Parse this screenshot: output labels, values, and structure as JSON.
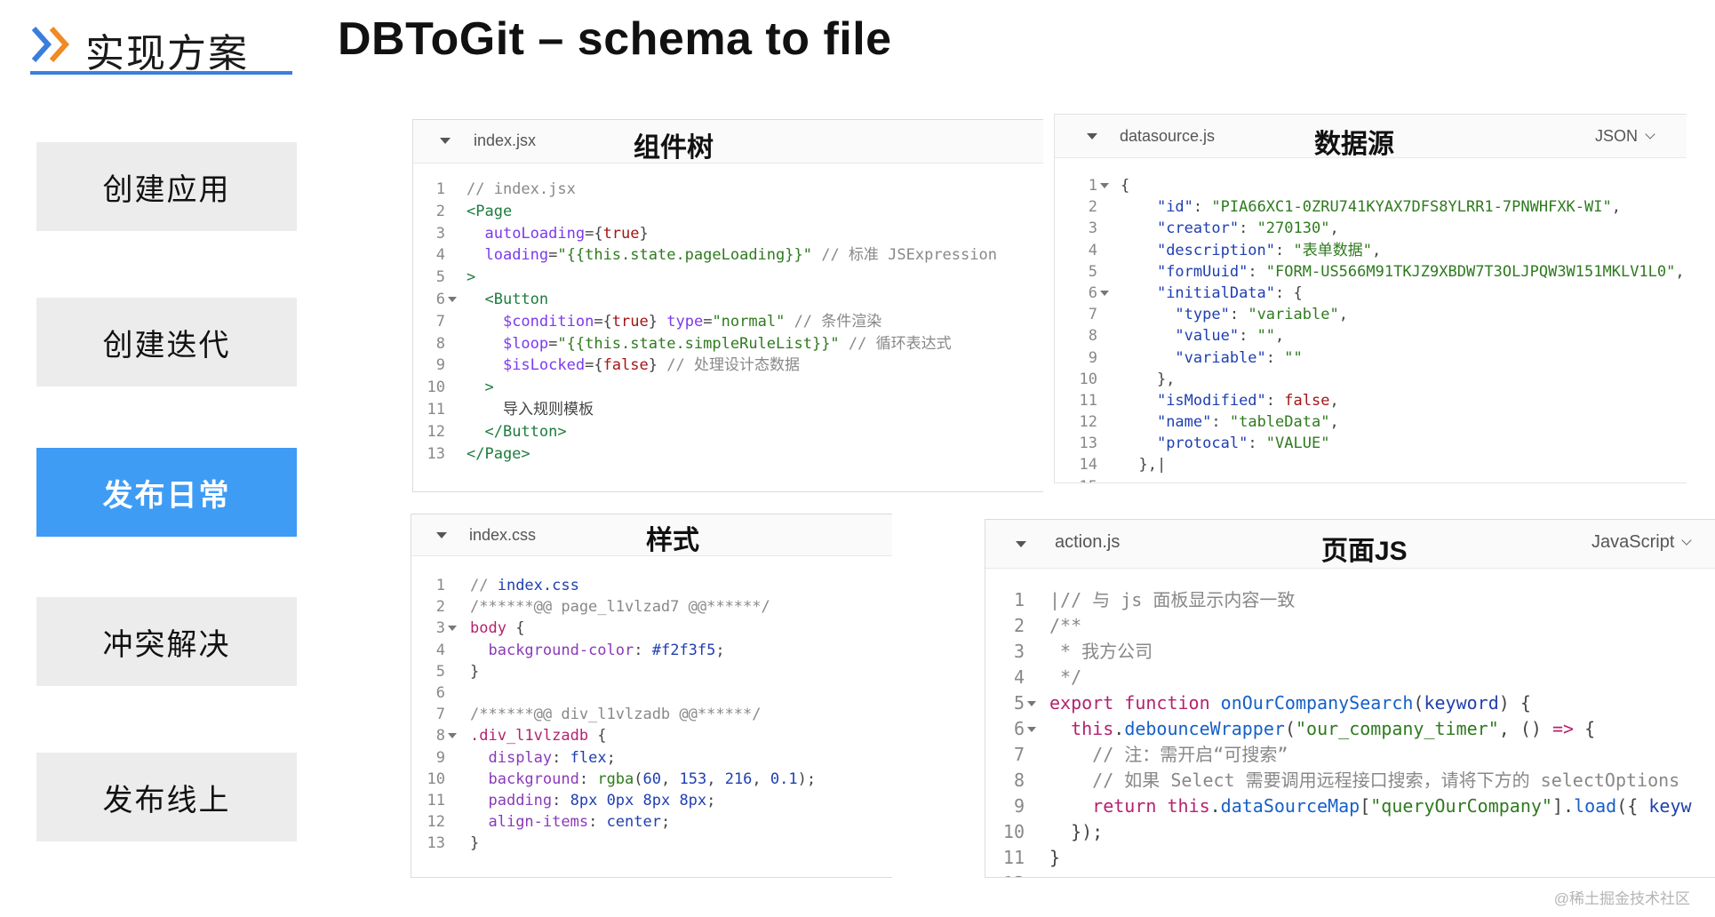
{
  "section_title": "实现方案",
  "page_title": "DBToGit – schema to file",
  "nav": [
    {
      "label": "创建应用",
      "active": false
    },
    {
      "label": "创建迭代",
      "active": false
    },
    {
      "label": "发布日常",
      "active": true
    },
    {
      "label": "冲突解决",
      "active": false
    },
    {
      "label": "发布线上",
      "active": false
    }
  ],
  "colors": {
    "accent": "#3f9cf5",
    "underline": "#3b7ddd",
    "chev_blue": "#3b7ddd",
    "chev_orange": "#f08a24"
  },
  "panels": {
    "jsx": {
      "filename": "index.jsx",
      "title": "组件树",
      "lines": [
        [
          [
            "c-com",
            "// index.jsx"
          ]
        ],
        [
          [
            "c-tag",
            "<Page"
          ]
        ],
        [
          [
            "c-pun",
            "  "
          ],
          [
            "c-attr",
            "autoLoading"
          ],
          [
            "c-pun",
            "={"
          ],
          [
            "c-bool",
            "true"
          ],
          [
            "c-pun",
            "}"
          ]
        ],
        [
          [
            "c-pun",
            "  "
          ],
          [
            "c-attr",
            "loading"
          ],
          [
            "c-pun",
            "="
          ],
          [
            "c-str",
            "\"{{this.state.pageLoading}}\""
          ],
          [
            "c-com",
            " // 标准 JSExpression"
          ]
        ],
        [
          [
            "c-tag",
            ">"
          ]
        ],
        [
          [
            "c-pun",
            "  "
          ],
          [
            "c-tag",
            "<Button"
          ]
        ],
        [
          [
            "c-pun",
            "    "
          ],
          [
            "c-attr",
            "$condition"
          ],
          [
            "c-pun",
            "={"
          ],
          [
            "c-bool",
            "true"
          ],
          [
            "c-pun",
            "} "
          ],
          [
            "c-attr",
            "type"
          ],
          [
            "c-pun",
            "="
          ],
          [
            "c-str",
            "\"normal\""
          ],
          [
            "c-com",
            " // 条件渲染"
          ]
        ],
        [
          [
            "c-pun",
            "    "
          ],
          [
            "c-attr",
            "$loop"
          ],
          [
            "c-pun",
            "="
          ],
          [
            "c-str",
            "\"{{this.state.simpleRuleList}}\""
          ],
          [
            "c-com",
            " // 循环表达式"
          ]
        ],
        [
          [
            "c-pun",
            "    "
          ],
          [
            "c-attr",
            "$isLocked"
          ],
          [
            "c-pun",
            "={"
          ],
          [
            "c-bool",
            "false"
          ],
          [
            "c-pun",
            "}"
          ],
          [
            "c-com",
            " // 处理设计态数据"
          ]
        ],
        [
          [
            "c-pun",
            "  "
          ],
          [
            "c-tag",
            ">"
          ]
        ],
        [
          [
            "c-pun",
            "    导入规则模板"
          ]
        ],
        [
          [
            "c-pun",
            "  "
          ],
          [
            "c-tag",
            "</Button>"
          ]
        ],
        [
          [
            "c-tag",
            "</Page>"
          ]
        ]
      ],
      "folds": [
        6
      ]
    },
    "ds": {
      "filename": "datasource.js",
      "title": "数据源",
      "lang": "JSON",
      "lines": [
        [
          [
            "c-pun",
            "{"
          ]
        ],
        [
          [
            "c-pun",
            "    "
          ],
          [
            "c-key",
            "\"id\""
          ],
          [
            "c-pun",
            ": "
          ],
          [
            "c-str",
            "\"PIA66XC1-0ZRU741KYAX7DFS8YLRR1-7PNWHFXK-WI\""
          ],
          [
            "c-pun",
            ","
          ]
        ],
        [
          [
            "c-pun",
            "    "
          ],
          [
            "c-key",
            "\"creator\""
          ],
          [
            "c-pun",
            ": "
          ],
          [
            "c-str",
            "\"270130\""
          ],
          [
            "c-pun",
            ","
          ]
        ],
        [
          [
            "c-pun",
            "    "
          ],
          [
            "c-key",
            "\"description\""
          ],
          [
            "c-pun",
            ": "
          ],
          [
            "c-str",
            "\"表单数据\""
          ],
          [
            "c-pun",
            ","
          ]
        ],
        [
          [
            "c-pun",
            "    "
          ],
          [
            "c-key",
            "\"formUuid\""
          ],
          [
            "c-pun",
            ": "
          ],
          [
            "c-str",
            "\"FORM-US566M91TKJZ9XBDW7T3OLJPQW3W151MKLV1L0\""
          ],
          [
            "c-pun",
            ","
          ]
        ],
        [
          [
            "c-pun",
            "    "
          ],
          [
            "c-key",
            "\"initialData\""
          ],
          [
            "c-pun",
            ": {"
          ]
        ],
        [
          [
            "c-pun",
            "      "
          ],
          [
            "c-key",
            "\"type\""
          ],
          [
            "c-pun",
            ": "
          ],
          [
            "c-str",
            "\"variable\""
          ],
          [
            "c-pun",
            ","
          ]
        ],
        [
          [
            "c-pun",
            "      "
          ],
          [
            "c-key",
            "\"value\""
          ],
          [
            "c-pun",
            ": "
          ],
          [
            "c-str",
            "\"\""
          ],
          [
            "c-pun",
            ","
          ]
        ],
        [
          [
            "c-pun",
            "      "
          ],
          [
            "c-key",
            "\"variable\""
          ],
          [
            "c-pun",
            ": "
          ],
          [
            "c-str",
            "\"\""
          ]
        ],
        [
          [
            "c-pun",
            "    },"
          ]
        ],
        [
          [
            "c-pun",
            "    "
          ],
          [
            "c-key",
            "\"isModified\""
          ],
          [
            "c-pun",
            ": "
          ],
          [
            "c-bool",
            "false"
          ],
          [
            "c-pun",
            ","
          ]
        ],
        [
          [
            "c-pun",
            "    "
          ],
          [
            "c-key",
            "\"name\""
          ],
          [
            "c-pun",
            ": "
          ],
          [
            "c-str",
            "\"tableData\""
          ],
          [
            "c-pun",
            ","
          ]
        ],
        [
          [
            "c-pun",
            "    "
          ],
          [
            "c-key",
            "\"protocal\""
          ],
          [
            "c-pun",
            ": "
          ],
          [
            "c-str",
            "\"VALUE\""
          ]
        ],
        [
          [
            "c-pun",
            "  },|"
          ]
        ],
        [
          [
            "c-pun",
            ""
          ]
        ]
      ],
      "folds": [
        1,
        6
      ]
    },
    "css": {
      "filename": "index.css",
      "title": "样式",
      "lines": [
        [
          [
            "c-com",
            "// "
          ],
          [
            "c-key",
            "index.css"
          ]
        ],
        [
          [
            "c-com",
            "/******@@ page_l1vlzad7 @@******/"
          ]
        ],
        [
          [
            "c-kw",
            "body"
          ],
          [
            "c-pun",
            " {"
          ]
        ],
        [
          [
            "c-pun",
            "  "
          ],
          [
            "c-prop",
            "background-color"
          ],
          [
            "c-pun",
            ": "
          ],
          [
            "c-num",
            "#f2f3f5"
          ],
          [
            "c-pun",
            ";"
          ]
        ],
        [
          [
            "c-pun",
            "}"
          ]
        ],
        [
          [
            "c-pun",
            ""
          ]
        ],
        [
          [
            "c-com",
            "/******@@ div_l1vlzadb @@******/"
          ]
        ],
        [
          [
            "c-kw",
            ".div_l1vlzadb"
          ],
          [
            "c-pun",
            " {"
          ]
        ],
        [
          [
            "c-pun",
            "  "
          ],
          [
            "c-prop",
            "display"
          ],
          [
            "c-pun",
            ": "
          ],
          [
            "c-num",
            "flex"
          ],
          [
            "c-pun",
            ";"
          ]
        ],
        [
          [
            "c-pun",
            "  "
          ],
          [
            "c-prop",
            "background"
          ],
          [
            "c-pun",
            ": "
          ],
          [
            "c-str",
            "rgba"
          ],
          [
            "c-pun",
            "("
          ],
          [
            "c-num",
            "60"
          ],
          [
            "c-pun",
            ", "
          ],
          [
            "c-num",
            "153"
          ],
          [
            "c-pun",
            ", "
          ],
          [
            "c-num",
            "216"
          ],
          [
            "c-pun",
            ", "
          ],
          [
            "c-num",
            "0.1"
          ],
          [
            "c-pun",
            ");"
          ]
        ],
        [
          [
            "c-pun",
            "  "
          ],
          [
            "c-prop",
            "padding"
          ],
          [
            "c-pun",
            ": "
          ],
          [
            "c-num",
            "8px 0px 8px 8px"
          ],
          [
            "c-pun",
            ";"
          ]
        ],
        [
          [
            "c-pun",
            "  "
          ],
          [
            "c-prop",
            "align-items"
          ],
          [
            "c-pun",
            ": "
          ],
          [
            "c-num",
            "center"
          ],
          [
            "c-pun",
            ";"
          ]
        ],
        [
          [
            "c-pun",
            "}"
          ]
        ]
      ],
      "folds": [
        3,
        8
      ]
    },
    "action": {
      "filename": "action.js",
      "title": "页面JS",
      "lang": "JavaScript",
      "lines": [
        [
          [
            "c-com",
            "|// 与 js 面板显示内容一致"
          ]
        ],
        [
          [
            "c-com",
            "/**"
          ]
        ],
        [
          [
            "c-com",
            " * 我方公司"
          ]
        ],
        [
          [
            "c-com",
            " */"
          ]
        ],
        [
          [
            "c-kw",
            "export function "
          ],
          [
            "c-fn",
            "onOurCompanySearch"
          ],
          [
            "c-pun",
            "("
          ],
          [
            "c-key",
            "keyword"
          ],
          [
            "c-pun",
            ") {"
          ]
        ],
        [
          [
            "c-pun",
            "  "
          ],
          [
            "c-kw",
            "this"
          ],
          [
            "c-pun",
            "."
          ],
          [
            "c-fn",
            "debounceWrapper"
          ],
          [
            "c-pun",
            "("
          ],
          [
            "c-str",
            "\"our_company_timer\""
          ],
          [
            "c-pun",
            ", () "
          ],
          [
            "c-kw",
            "=>"
          ],
          [
            "c-pun",
            " {"
          ]
        ],
        [
          [
            "c-com",
            "    // 注：需开启“可搜索”"
          ]
        ],
        [
          [
            "c-com",
            "    // 如果 Select 需要调用远程接口搜索，请将下方的 selectOptions"
          ]
        ],
        [
          [
            "c-pun",
            "    "
          ],
          [
            "c-kw",
            "return this"
          ],
          [
            "c-pun",
            "."
          ],
          [
            "c-fn",
            "dataSourceMap"
          ],
          [
            "c-pun",
            "["
          ],
          [
            "c-str",
            "\"queryOurCompany\""
          ],
          [
            "c-pun",
            "]."
          ],
          [
            "c-fn",
            "load"
          ],
          [
            "c-pun",
            "({ "
          ],
          [
            "c-key",
            "keyw"
          ]
        ],
        [
          [
            "c-pun",
            "  });"
          ]
        ],
        [
          [
            "c-pun",
            "}"
          ]
        ],
        [
          [
            "c-pun",
            ""
          ]
        ]
      ],
      "folds": [
        5,
        6
      ]
    }
  },
  "watermark": "@稀土掘金技术社区"
}
